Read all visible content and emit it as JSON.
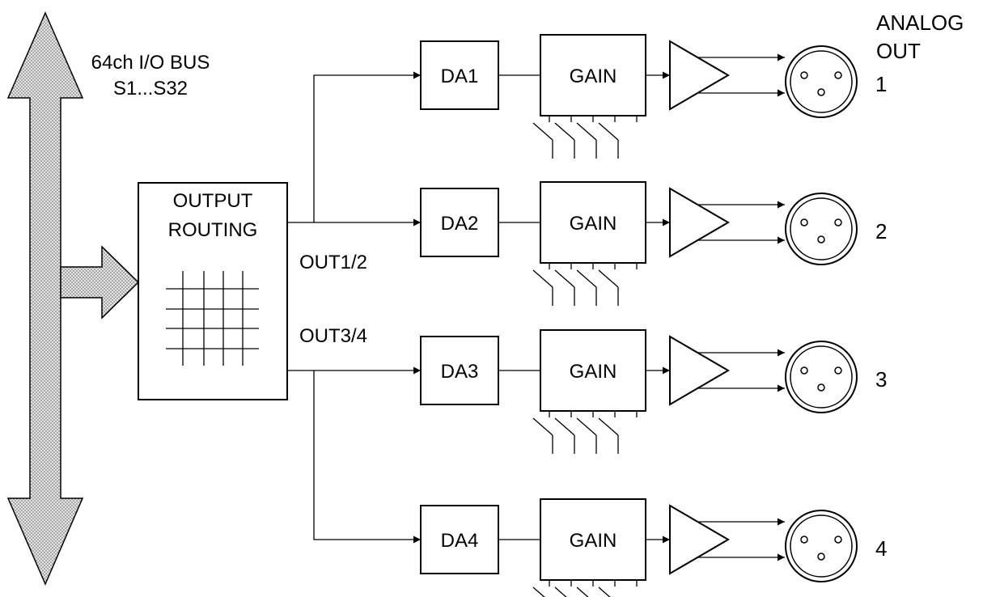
{
  "bus": {
    "label_line1": "64ch I/O BUS",
    "label_line2": "S1...S32"
  },
  "routing": {
    "label_line1": "OUTPUT",
    "label_line2": "ROUTING",
    "out12": "OUT1/2",
    "out34": "OUT3/4"
  },
  "header": {
    "line1": "ANALOG",
    "line2": "OUT"
  },
  "channels": [
    {
      "da": "DA1",
      "gain": "GAIN",
      "num": "1"
    },
    {
      "da": "DA2",
      "gain": "GAIN",
      "num": "2"
    },
    {
      "da": "DA3",
      "gain": "GAIN",
      "num": "3"
    },
    {
      "da": "DA4",
      "gain": "GAIN",
      "num": "4"
    }
  ],
  "colors": {
    "line": "#000000",
    "bus_fill": "#cfcfcf",
    "background": "#ffffff"
  }
}
